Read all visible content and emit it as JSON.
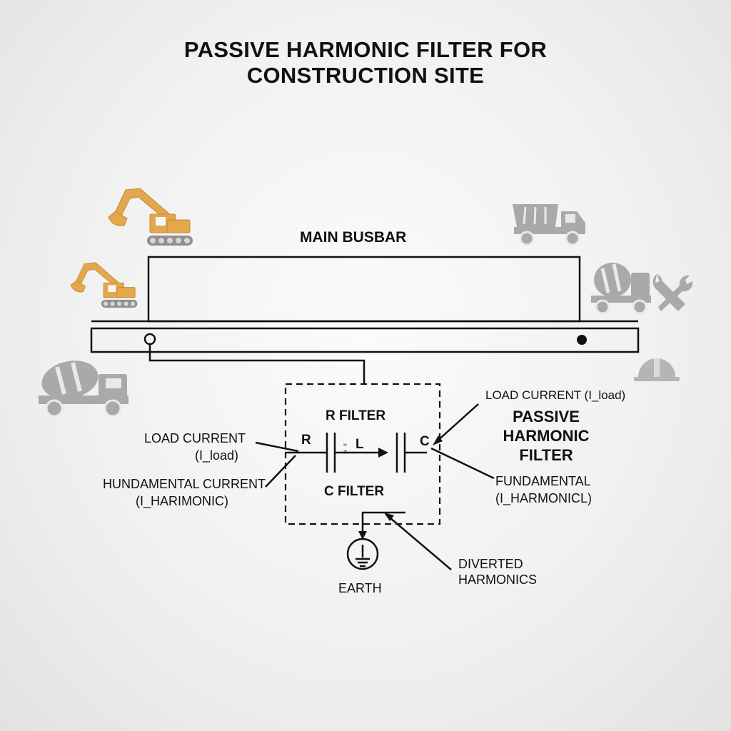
{
  "title": {
    "line1": "PASSIVE HARMONIC FILTER FOR",
    "line2": "CONSTRUCTION SITE"
  },
  "busbar_label": "MAIN BUSBAR",
  "filter": {
    "r_filter": "R FILTER",
    "c_filter": "C FILTER",
    "r": "R",
    "l": "L",
    "c": "C",
    "small_mark": "≈\n≠"
  },
  "left_labels": {
    "load_current_1": "LOAD CURRENT",
    "load_current_2": "(I_load)",
    "fundamental_1": "HUNDAMENTAL CURRENT",
    "fundamental_2": "(I_HARIMONIC)"
  },
  "right_labels": {
    "load_current": "LOAD CURRENT (I_load)",
    "phf_1": "PASSIVE",
    "phf_2": "HARMONIC",
    "phf_3": "FILTER",
    "fundamental_1": "FUNDAMENTAL",
    "fundamental_2": "(I_HARMONICL)"
  },
  "earth_label": "EARTH",
  "diverted": {
    "line1": "DIVERTED",
    "line2": "HARMONICS"
  },
  "icons": [
    "excavator-icon",
    "excavator-icon",
    "concrete-mixer-truck-icon",
    "dump-truck-icon",
    "concrete-mixer-truck-icon",
    "wrench-icon",
    "hard-hat-icon"
  ],
  "colors": {
    "line": "#111111",
    "excavator": "#e3a74d",
    "vehicle": "#a9a9a9"
  }
}
